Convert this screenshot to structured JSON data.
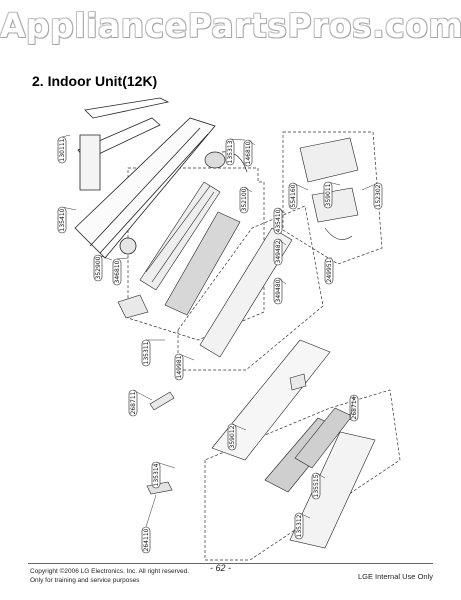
{
  "watermark": "AppliancePartsPros.com",
  "title": "2. Indoor Unit(12K)",
  "part_labels": [
    {
      "id": "lbl-130111",
      "text": "130111"
    },
    {
      "id": "lbl-135410",
      "text": "135410"
    },
    {
      "id": "lbl-352900",
      "text": "352900"
    },
    {
      "id": "lbl-346810",
      "text": "346810"
    },
    {
      "id": "lbl-135311",
      "text": "135311"
    },
    {
      "id": "lbl-268711",
      "text": "268711"
    },
    {
      "id": "lbl-135314",
      "text": "135314"
    },
    {
      "id": "lbl-264110",
      "text": "264110"
    },
    {
      "id": "lbl-135313",
      "text": "135313"
    },
    {
      "id": "lbl-146810",
      "text": "146810"
    },
    {
      "id": "lbl-352100",
      "text": "352100"
    },
    {
      "id": "lbl-435410",
      "text": "435410"
    },
    {
      "id": "lbl-349482",
      "text": "349482"
    },
    {
      "id": "lbl-349480",
      "text": "349480"
    },
    {
      "id": "lbl-149981",
      "text": "149981"
    },
    {
      "id": "lbl-359012",
      "text": "359012"
    },
    {
      "id": "lbl-359011",
      "text": "359011"
    },
    {
      "id": "lbl-554160",
      "text": "554160"
    },
    {
      "id": "lbl-152302",
      "text": "152302"
    },
    {
      "id": "lbl-249951",
      "text": "249951"
    },
    {
      "id": "lbl-268714",
      "text": "268714"
    },
    {
      "id": "lbl-135312",
      "text": "135312"
    },
    {
      "id": "lbl-135515",
      "text": "135515"
    }
  ],
  "footer": {
    "copyright": "Copyright ©2006 LG Electronics. Inc. All right reserved.",
    "usage": "Only for training and service purposes",
    "page": "- 62 -",
    "internal": "LGE Internal Use Only"
  }
}
